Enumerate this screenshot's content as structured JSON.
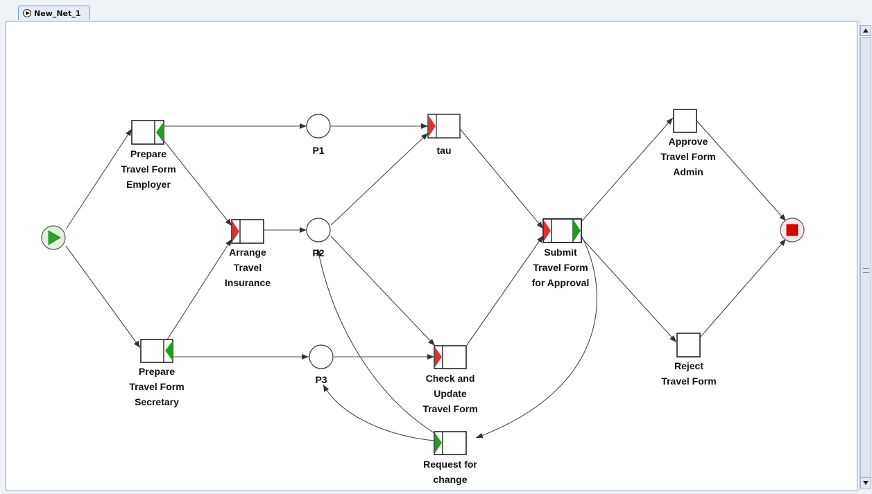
{
  "tab": {
    "title": "New_Net_1"
  },
  "places": {
    "start": {
      "id": "start",
      "label": ""
    },
    "p1": {
      "id": "P1",
      "label": "P1"
    },
    "p2": {
      "id": "P2",
      "label": "P2"
    },
    "p3": {
      "id": "P3",
      "label": "P3"
    },
    "end": {
      "id": "end",
      "label": ""
    }
  },
  "transitions": {
    "prepare_employer": {
      "label": "Prepare Travel Form Employer",
      "lines": [
        "Prepare",
        "Travel Form",
        "Employer"
      ]
    },
    "prepare_secretary": {
      "label": "Prepare Travel Form Secretary",
      "lines": [
        "Prepare",
        "Travel Form",
        "Secretary"
      ]
    },
    "arrange_insurance": {
      "label": "Arrange Travel Insurance",
      "lines": [
        "Arrange",
        "Travel",
        "Insurance"
      ]
    },
    "tau": {
      "label": "tau",
      "lines": [
        "tau"
      ]
    },
    "check_update": {
      "label": "Check and Update Travel Form",
      "lines": [
        "Check and",
        "Update",
        "Travel Form"
      ]
    },
    "submit": {
      "label": "Submit Travel Form for Approval",
      "lines": [
        "Submit",
        "Travel Form",
        "for Approval"
      ]
    },
    "request_change": {
      "label": "Request for change",
      "lines": [
        "Request for",
        "change"
      ]
    },
    "approve": {
      "label": "Approve Travel Form Admin",
      "lines": [
        "Approve",
        "Travel Form",
        "Admin"
      ]
    },
    "reject": {
      "label": "Reject Travel Form",
      "lines": [
        "Reject",
        "Travel Form"
      ]
    }
  },
  "colors": {
    "start_fill": "#dff2dc",
    "start_triangle": "#2ca02c",
    "end_square": "#e00000",
    "join_split_green": "#1f9e1f",
    "join_split_red": "#e03030"
  },
  "icons": {
    "tab": "play-circle-icon",
    "start": "start-condition-icon",
    "end": "end-condition-icon"
  }
}
